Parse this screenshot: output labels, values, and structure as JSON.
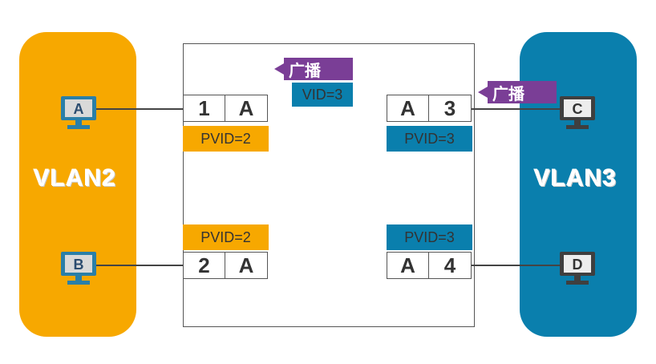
{
  "vlans": {
    "left": {
      "label": "VLAN2",
      "color": "#f7a800"
    },
    "right": {
      "label": "VLAN3",
      "color": "#0a7fad"
    }
  },
  "hosts": {
    "a": {
      "label": "A"
    },
    "b": {
      "label": "B"
    },
    "c": {
      "label": "C"
    },
    "d": {
      "label": "D"
    }
  },
  "ports": {
    "p1": {
      "port": "1",
      "host": "A",
      "pvid": "PVID=2"
    },
    "p2": {
      "port": "2",
      "host": "A",
      "pvid": "PVID=2"
    },
    "p3": {
      "port": "3",
      "host": "A",
      "pvid": "PVID=3"
    },
    "p4": {
      "port": "4",
      "host": "A",
      "pvid": "PVID=3"
    }
  },
  "broadcasts": {
    "inside": {
      "label": "广播",
      "vid": "VID=3"
    },
    "incoming": {
      "label": "广播"
    }
  },
  "colors": {
    "broadcast": "#7a3e96",
    "border": "#555555"
  }
}
